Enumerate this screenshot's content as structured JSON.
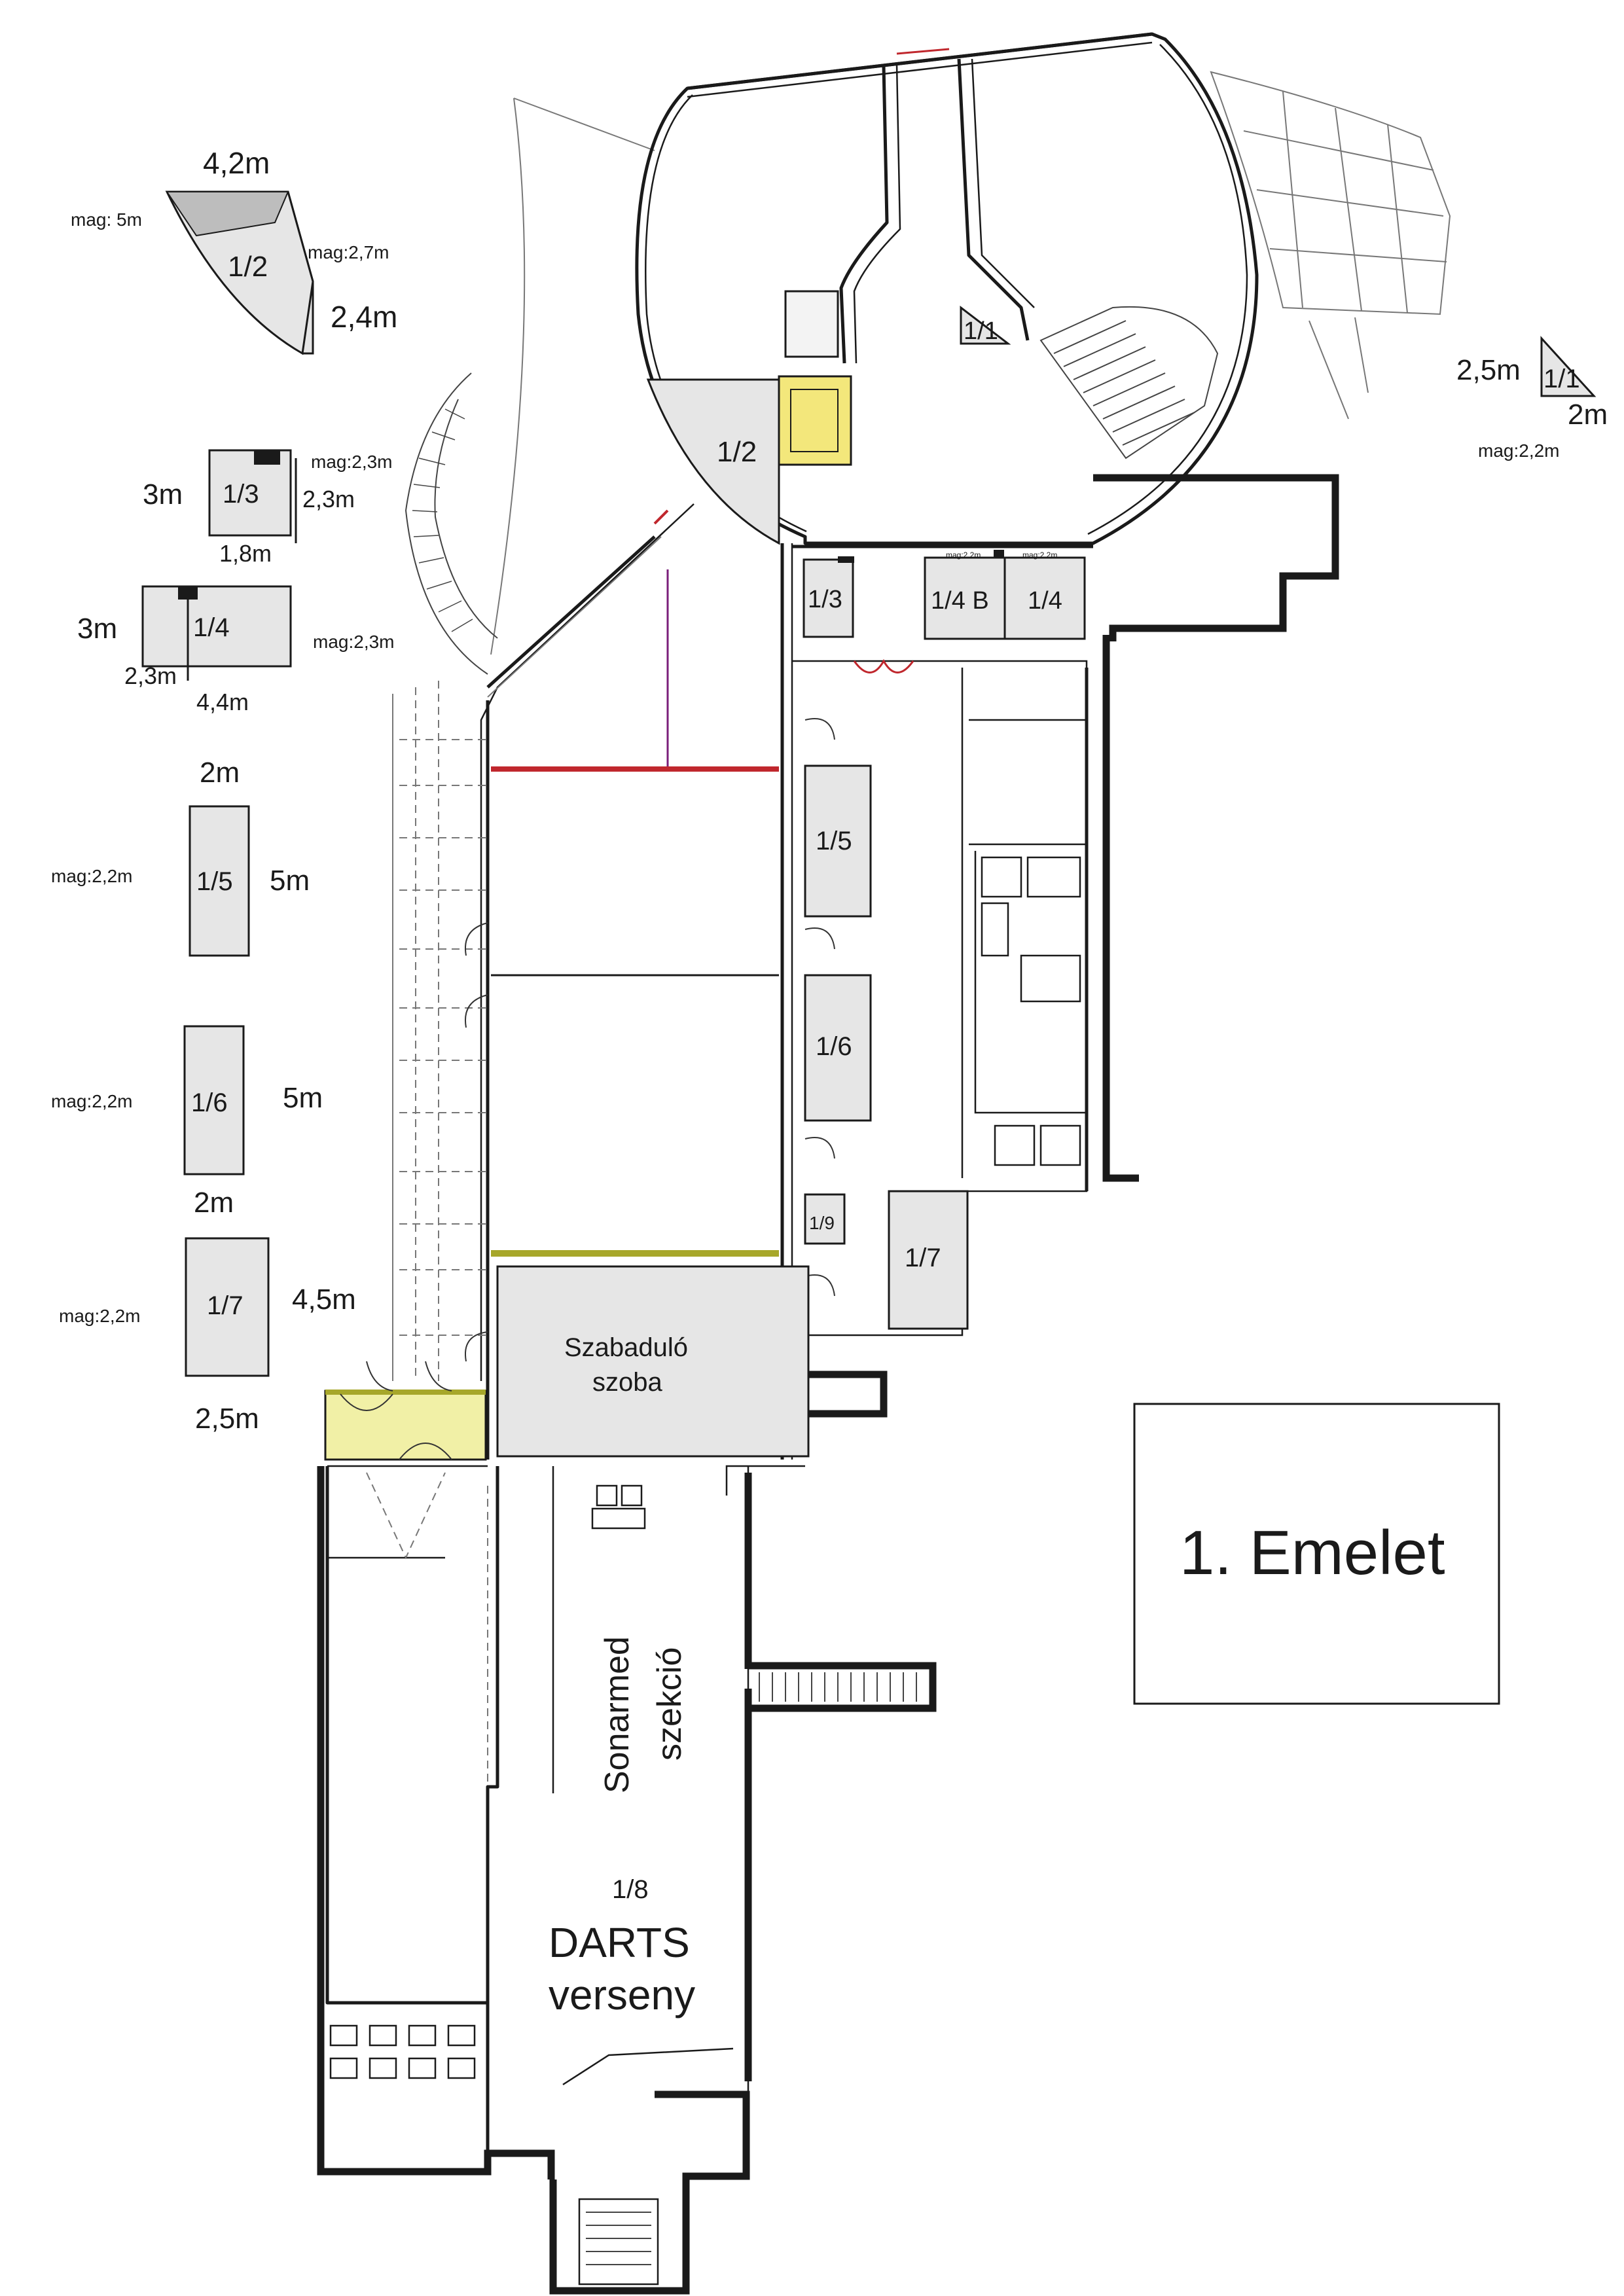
{
  "legend": {
    "r12": {
      "width": "4,2m",
      "height_left": "mag: 5m",
      "height_right": "mag:2,7m",
      "depth": "2,4m",
      "id": "1/2"
    },
    "r13": {
      "side": "3m",
      "height": "mag:2,3m",
      "dim": "2,3m",
      "bottom": "1,8m",
      "id": "1/3"
    },
    "r14": {
      "side": "3m",
      "height": "mag:2,3m",
      "dim": "2,3m",
      "bottom": "4,4m",
      "id": "1/4"
    },
    "r15": {
      "top": "2m",
      "height": "mag:2,2m",
      "side": "5m",
      "id": "1/5"
    },
    "r16": {
      "height": "mag:2,2m",
      "side": "5m",
      "bottom": "2m",
      "id": "1/6"
    },
    "r17": {
      "height": "mag:2,2m",
      "side": "4,5m",
      "bottom": "2,5m",
      "id": "1/7"
    },
    "r11": {
      "side": "2,5m",
      "id": "1/1",
      "bottom": "2m",
      "height": "mag:2,2m"
    }
  },
  "plan": {
    "room_1_1": "1/1",
    "room_1_2": "1/2",
    "room_1_3": "1/3",
    "room_1_4b": "1/4 B",
    "room_1_4": "1/4",
    "small_mag_a": "mag:2,2m",
    "small_mag_b": "mag:2,2m",
    "room_1_5": "1/5",
    "room_1_6": "1/6",
    "room_1_9": "1/9",
    "room_1_7": "1/7",
    "escape_room_line1": "Szabaduló",
    "escape_room_line2": "szoba",
    "sonarmed_line1": "Sonarmed",
    "sonarmed_line2": "szekció",
    "room_1_8": "1/8",
    "darts_line1": "DARTS",
    "darts_line2": "verseny"
  },
  "floor_title": "1. Emelet",
  "colors": {
    "room_fill": "#e6e6e6",
    "accent_red": "#c0272d",
    "accent_purple": "#7a1e7a",
    "accent_olive": "#a7a72a",
    "entrance_yellow": "#f1f0a6",
    "lift_yellow": "#f3e77b"
  }
}
